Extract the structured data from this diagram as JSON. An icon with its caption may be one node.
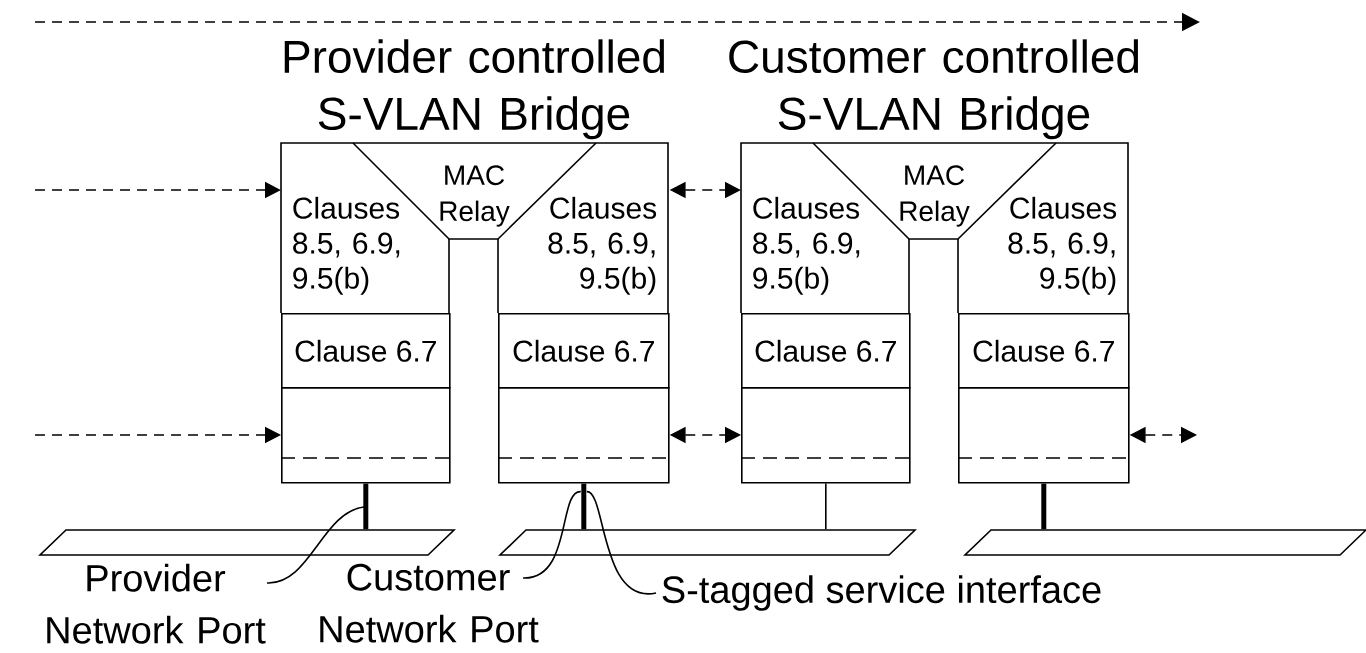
{
  "diagram": {
    "nodes": [
      {
        "text": [
          "Provider controlled S-VLAN Bridge"
        ]
      },
      {
        "text": [
          "MAC Relay"
        ],
        "in": 0
      },
      {
        "text": [
          "Clauses 8.5, 6.9, 9.5(b)"
        ],
        "in": 0
      },
      {
        "text": [
          "Clauses 8.5, 6.9, 9.5(b)"
        ],
        "in": 0
      },
      {
        "text": [
          "Clause 6.7"
        ]
      },
      {
        "text": [],
        "shape": "box"
      },
      {
        "text": [
          "Clause 6.7"
        ]
      },
      {
        "text": [],
        "shape": "box"
      },
      {
        "text": [
          "Customer controlled S-VLAN Bridge"
        ]
      },
      {
        "text": [
          "MAC Relay"
        ],
        "in": 8
      },
      {
        "text": [
          "Clauses 8.5, 6.9, 9.5(b)"
        ],
        "in": 8
      },
      {
        "text": [
          "Clauses 8.5, 6.9, 9.5(b)"
        ],
        "in": 8
      },
      {
        "text": [
          "Clause 6.7"
        ]
      },
      {
        "text": [],
        "shape": "box"
      },
      {
        "text": [
          "Clause 6.7"
        ]
      },
      {
        "text": [],
        "shape": "box"
      },
      {
        "text": [],
        "shape": "bar"
      },
      {
        "text": [],
        "shape": "bar"
      },
      {
        "text": [],
        "shape": "bar"
      },
      {
        "text": [
          "Provider Network Port"
        ]
      },
      {
        "text": [
          "Customer Network Port"
        ]
      },
      {
        "text": [
          "S-tagged service interface"
        ]
      }
    ],
    "edges": [
      {
        "from": null,
        "to": 0,
        "arrow": "to",
        "style": "dashed"
      },
      {
        "from": 0,
        "to": 8,
        "arrow": "both",
        "style": "dashed"
      },
      {
        "from": null,
        "to": 5,
        "arrow": "to",
        "style": "dashed"
      },
      {
        "from": 7,
        "to": 13,
        "arrow": "both",
        "style": "dashed"
      },
      {
        "from": 15,
        "to": null,
        "arrow": "both",
        "style": "dashed"
      },
      {
        "from": 5,
        "to": 16,
        "arrow": "none",
        "style": "thick"
      },
      {
        "from": 7,
        "to": 17,
        "arrow": "none",
        "style": "thick"
      },
      {
        "from": 13,
        "to": 17,
        "arrow": "none"
      },
      {
        "from": 15,
        "to": 18,
        "arrow": "none",
        "style": "thick"
      },
      {
        "from": 19,
        "to": null,
        "arrow": "none"
      },
      {
        "from": 20,
        "to": 7,
        "arrow": "none"
      },
      {
        "from": 21,
        "to": 7,
        "arrow": "none"
      }
    ]
  }
}
